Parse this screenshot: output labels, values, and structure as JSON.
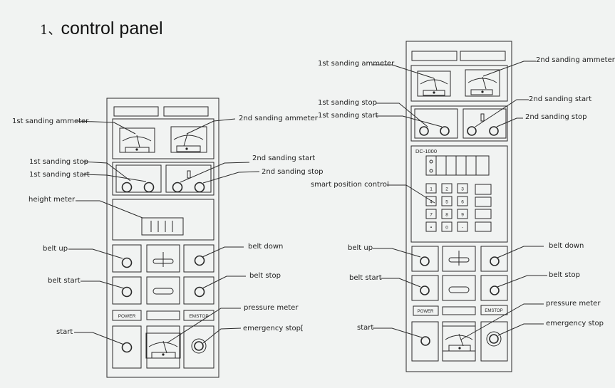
{
  "title": {
    "number": "1、",
    "text": "control panel"
  },
  "left_panel": {
    "labels": {
      "ammeter1": "1st sanding ammeter",
      "ammeter2": "2nd sanding ammeter",
      "stop1": "1st sanding stop",
      "start1": "1st sanding start",
      "start2": "2nd sanding start",
      "stop2": "2nd sanding stop",
      "height": "height meter",
      "belt_up": "belt up",
      "belt_down": "belt down",
      "belt_start": "belt start",
      "belt_stop": "belt stop",
      "pressure": "pressure meter",
      "start": "start",
      "estop": "emergency stop["
    },
    "buttons": {
      "power": "POWER",
      "emstop": "EMSTOP"
    }
  },
  "right_panel": {
    "labels": {
      "ammeter1": "1st sanding ammeter",
      "ammeter2": "2nd sanding ammeter",
      "stop1": "1st sanding stop",
      "start1": "1st sanding start",
      "start2": "2nd sanding start",
      "stop2": "2nd sanding stop",
      "smart": "smart position control",
      "belt_up": "belt up",
      "belt_down": "belt down",
      "belt_start": "belt start",
      "belt_stop": "belt stop",
      "pressure": "pressure meter",
      "start": "start",
      "estop": "emergency stop"
    },
    "controller": "DC-1000",
    "keypad": [
      "1",
      "2",
      "3",
      "4",
      "5",
      "6",
      "7",
      "8",
      "9",
      "•",
      "0",
      "-"
    ],
    "buttons": {
      "power": "POWER",
      "emstop": "EMSTOP"
    }
  }
}
